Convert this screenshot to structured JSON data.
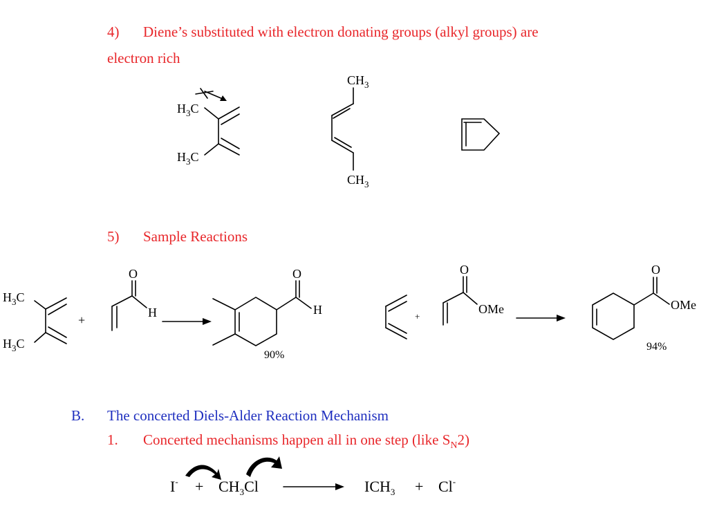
{
  "section4": {
    "num": "4)",
    "line1": "Diene’s substituted with electron donating groups (alkyl groups) are",
    "line2": "electron rich"
  },
  "section5": {
    "num": "5)",
    "title": "Sample Reactions"
  },
  "sectionB": {
    "num": "B.",
    "title": "The concerted Diels-Alder Reaction Mechanism"
  },
  "item1": {
    "num": "1.",
    "text_before": "Concerted mechanisms happen all in one step (like S",
    "subscript": "N",
    "text_after": "2)"
  },
  "molecules": {
    "dimethylbutadiene": {
      "top_label": "H3C",
      "bottom_label": "H3C"
    },
    "hexadiene": {
      "top_label": "CH3",
      "bottom_label": "CH3"
    },
    "cyclopentadiene": {}
  },
  "reaction1": {
    "diene_top": "H3C",
    "diene_bottom": "H3C",
    "plus": "+",
    "aldehyde_o": "O",
    "aldehyde_h": "H",
    "product_o": "O",
    "product_h": "H",
    "yield": "90%"
  },
  "reaction2": {
    "plus": "+",
    "ester_o": "O",
    "ester_ome": "OMe",
    "product_o": "O",
    "product_ome": "OMe",
    "yield": "94%"
  },
  "sn2": {
    "reactant1": "I",
    "reactant1_charge": "-",
    "plus1": "+",
    "reactant2_a": "CH",
    "reactant2_sub": "3",
    "reactant2_b": "Cl",
    "product1_a": "ICH",
    "product1_sub": "3",
    "plus2": "+",
    "product2": "Cl",
    "product2_charge": "-"
  },
  "colors": {
    "red": "#e8262a",
    "blue": "#1f2fbf",
    "black": "#000000"
  }
}
